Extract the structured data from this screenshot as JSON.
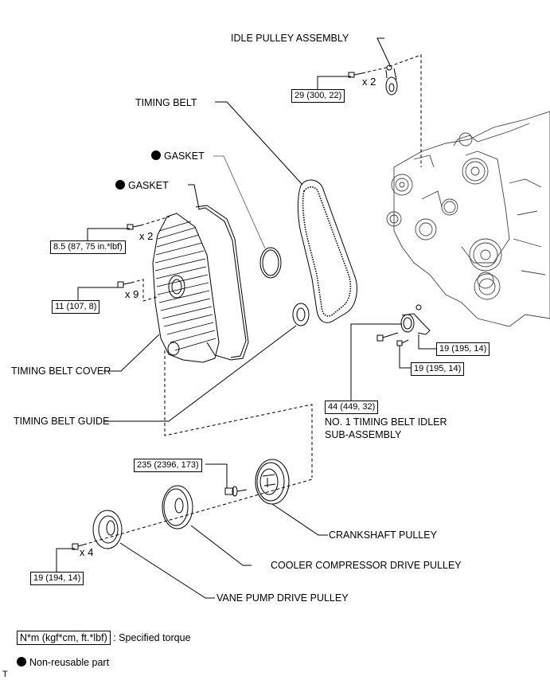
{
  "diagram": {
    "labels": {
      "idle_pulley_assembly": "IDLE PULLEY ASSEMBLY",
      "timing_belt": "TIMING BELT",
      "gasket_upper": "GASKET",
      "gasket_lower": "GASKET",
      "timing_belt_cover": "TIMING BELT COVER",
      "timing_belt_guide": "TIMING BELT GUIDE",
      "idler_sub_assembly_line1": "NO. 1 TIMING BELT IDLER",
      "idler_sub_assembly_line2": "SUB-ASSEMBLY",
      "crankshaft_pulley": "CRANKSHAFT PULLEY",
      "cooler_compressor_drive_pulley": "COOLER COMPRESSOR DRIVE PULLEY",
      "vane_pump_drive_pulley": "VANE PUMP DRIVE PULLEY"
    },
    "torques": {
      "idle_pulley_bolt": "29 (300, 22)",
      "cover_bolt_small": "8.5 (87, 75 in.*lbf)",
      "cover_bolt": "11 (107, 8)",
      "idler_bolt_a": "19 (195, 14)",
      "idler_bolt_b": "19 (195, 14)",
      "idler_main_bolt": "44 (449, 32)",
      "crankshaft_bolt": "235 (2396, 173)",
      "pulley_bolt": "19 (194, 14)"
    },
    "quantities": {
      "idle_pulley_bolts": "x 2",
      "cover_bolts_small": "x 2",
      "cover_bolts": "x 9",
      "pulley_bolts": "x 4"
    },
    "non_reusable_marker": "non-reusable-dot-icon"
  },
  "legend": {
    "torque_unit_box": "N*m (kgf*cm, ft.*lbf)",
    "torque_desc": ": Specified torque",
    "non_reusable": "Non-reusable part"
  },
  "footer_mark": "T"
}
